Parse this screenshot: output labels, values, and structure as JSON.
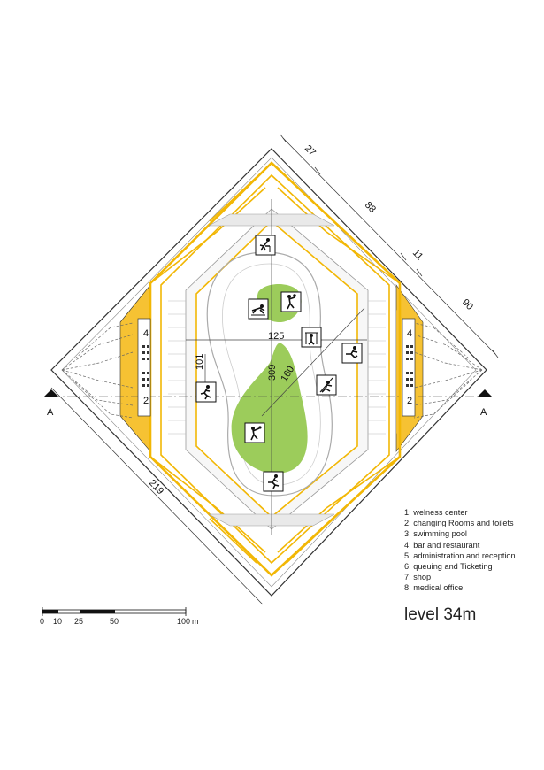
{
  "dimensions": {
    "d27": "27",
    "d88": "88",
    "d11": "11",
    "d90": "90",
    "d219": "219",
    "d125": "125",
    "d101": "101",
    "d309": "309",
    "d160": "160"
  },
  "section_marker": "A",
  "zone_numbers": [
    "4",
    "2",
    "4",
    "2"
  ],
  "legend": [
    "1: welness center",
    "2: changing Rooms and toilets",
    "3: swimming pool",
    "4: bar and restaurant",
    "5: administration and reception",
    "6: queuing and Ticketing",
    "7: shop",
    "8: medical office"
  ],
  "level_label": "level 34m",
  "scale_bar": {
    "labels": [
      "0",
      "10",
      "25",
      "50",
      "100",
      "m"
    ]
  },
  "sport_icons": [
    "hurdles-icon",
    "long-jump-icon",
    "shot-put-icon",
    "pole-vault-icon",
    "hurdler-icon",
    "javelin-icon",
    "runner-icon",
    "hammer-throw-icon",
    "sprinter-icon"
  ],
  "colors": {
    "structure": "#f2b705",
    "field_green": "#9ccc5b",
    "wedge": "#f6c233",
    "outline": "#333333"
  }
}
